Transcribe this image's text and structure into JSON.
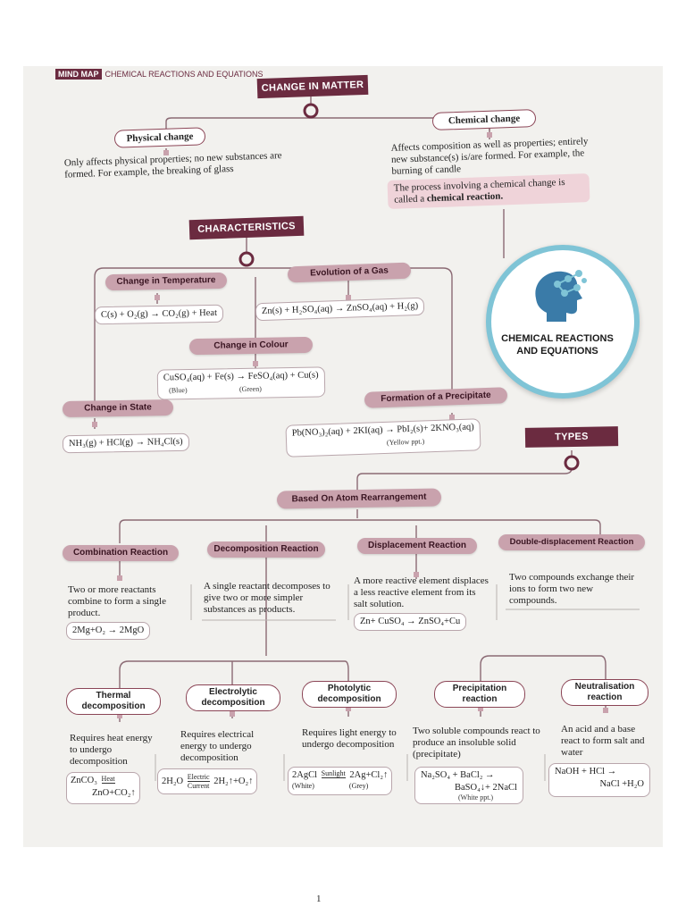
{
  "header": {
    "badge": "MIND MAP",
    "title": "CHEMICAL REACTIONS AND EQUATIONS"
  },
  "root": {
    "label": "CHANGE IN MATTER"
  },
  "physical": {
    "label": "Physical change",
    "desc": "Only affects physical properties; no new substances are formed. For example, the breaking of glass"
  },
  "chemical": {
    "label": "Chemical change",
    "desc": "Affects composition as well as properties; entirely new substance(s) is/are formed. For example, the burning of candle",
    "note_prefix": "The process involving a chemical change is called a ",
    "note_bold": "chemical reaction."
  },
  "characteristics": {
    "label": "CHARACTERISTICS"
  },
  "temperature": {
    "label": "Change in Temperature",
    "eq": "C(s) + O₂(g) → CO₂(g) + Heat"
  },
  "gas": {
    "label": "Evolution of a Gas",
    "eq": "Zn(s) + H₂SO₄(aq) → ZnSO₄(aq) + H₂(g)"
  },
  "colour": {
    "label": "Change in Colour",
    "eq": "CuSO₄(aq) + Fe(s) → FeSO₄(aq) + Cu(s)",
    "note1": "(Blue)",
    "note2": "(Green)"
  },
  "state": {
    "label": "Change in State",
    "eq": "NH₃(g) + HCl(g) → NH₄Cl(s)"
  },
  "precipitate": {
    "label": "Formation of a Precipitate",
    "eq": "Pb(NO₃)₂(aq) + 2KI(aq) → PbI₂(s)+ 2KNO₃(aq)",
    "note": "(Yellow ppt.)"
  },
  "logo": {
    "title": "CHEMICAL REACTIONS AND EQUATIONS"
  },
  "types": {
    "label": "TYPES"
  },
  "atom": {
    "label": "Based On Atom Rearrangement"
  },
  "combination": {
    "label": "Combination Reaction",
    "desc": "Two or more reactants combine to form a single product.",
    "eq": "2Mg+O₂ → 2MgO"
  },
  "decomposition": {
    "label": "Decomposition Reaction",
    "desc": "A single reactant decomposes to give two or more simpler substances as products."
  },
  "displacement": {
    "label": "Displacement Reaction",
    "desc": "A more reactive element displaces a less reactive element from its salt solution.",
    "eq": "Zn+ CuSO₄ → ZnSO₄+Cu"
  },
  "double": {
    "label": "Double-displacement Reaction",
    "desc": "Two compounds exchange their ions to form two new compounds."
  },
  "thermal": {
    "label": "Thermal decomposition",
    "desc": "Requires heat energy to undergo decomposition",
    "eq1": "ZnCO₃",
    "cond": "Heat",
    "eq2": "ZnO+CO₂↑"
  },
  "electrolytic": {
    "label": "Electrolytic decomposition",
    "desc": "Requires electrical energy to undergo decomposition",
    "eq1": "2H₂O",
    "cond1": "Electric",
    "cond2": "Current",
    "eq2": "2H₂↑+O₂↑"
  },
  "photolytic": {
    "label": "Photolytic decomposition",
    "desc": "Requires light energy to undergo decomposition",
    "eq1": "2AgCl",
    "cond": "Sunlight",
    "eq2": "2Ag+Cl₂↑",
    "note1": "(White)",
    "note2": "(Grey)"
  },
  "precip_reaction": {
    "label": "Precipitation reaction",
    "desc": "Two soluble compounds react to produce an insoluble solid (precipitate)",
    "eq1": "Na₂SO₄ + BaCl₂ →",
    "eq2": "BaSO₄↓+ 2NaCl",
    "note": "(White ppt.)"
  },
  "neutral": {
    "label": "Neutralisation reaction",
    "desc": "An acid and a base react to form salt and water",
    "eq1": "NaOH + HCl →",
    "eq2": "NaCl +H₂O"
  },
  "page_number": "1",
  "colors": {
    "accent": "#6b2b40",
    "pill": "#c9a2ad",
    "highlight": "#efd3d9",
    "teal": "#5fb3c9"
  },
  "icons": {
    "brain": "brain-network-icon"
  }
}
